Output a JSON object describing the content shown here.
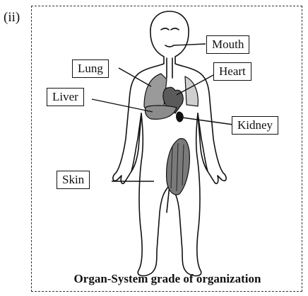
{
  "figure": {
    "number": "(ii)",
    "caption": "Organ-System grade of organization",
    "labels": {
      "mouth": "Mouth",
      "lung": "Lung",
      "heart": "Heart",
      "liver": "Liver",
      "kidney": "Kidney",
      "skin": "Skin"
    }
  }
}
